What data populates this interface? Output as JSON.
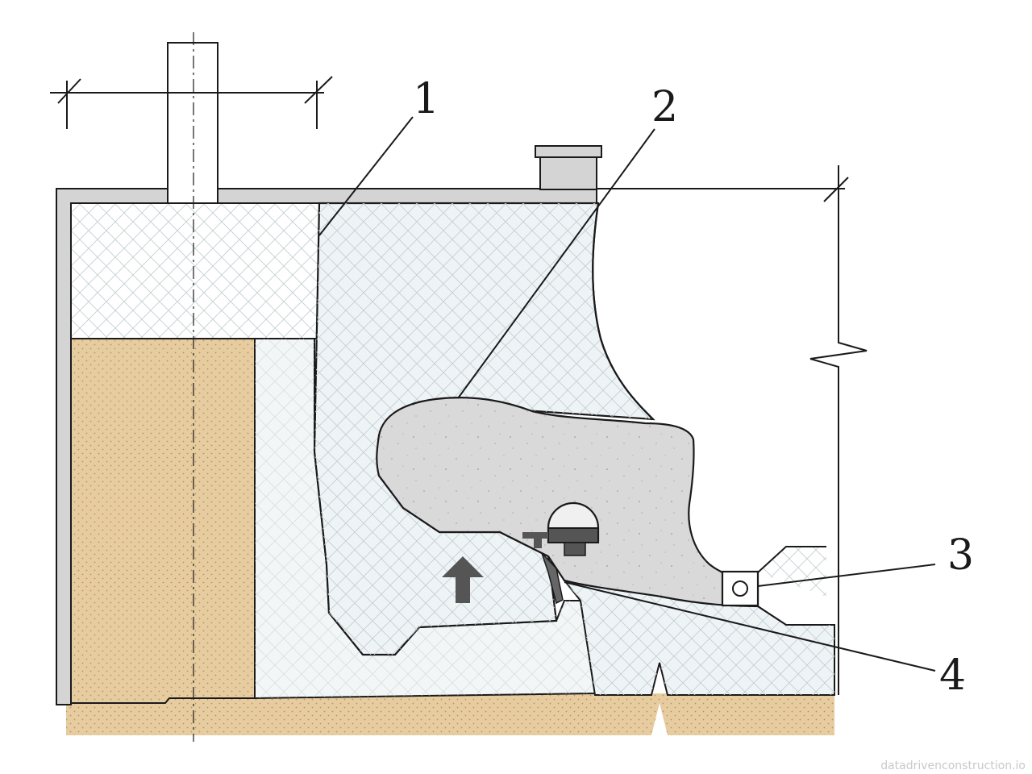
{
  "callouts": [
    {
      "id": "1",
      "label": "1"
    },
    {
      "id": "2",
      "label": "2"
    },
    {
      "id": "3",
      "label": "3"
    },
    {
      "id": "4",
      "label": "4"
    }
  ],
  "watermark": "datadrivenconstruction.io",
  "colors": {
    "sand": "#e6cc9f",
    "sand_dots": "#b8956a",
    "concrete_grey": "#d9d9d9",
    "pale_fill": "#eef4f6",
    "hatch": "#c9d3d6",
    "outline": "#1a1a1a",
    "wall_grey": "#d4d4d4",
    "arrow": "#555555"
  }
}
